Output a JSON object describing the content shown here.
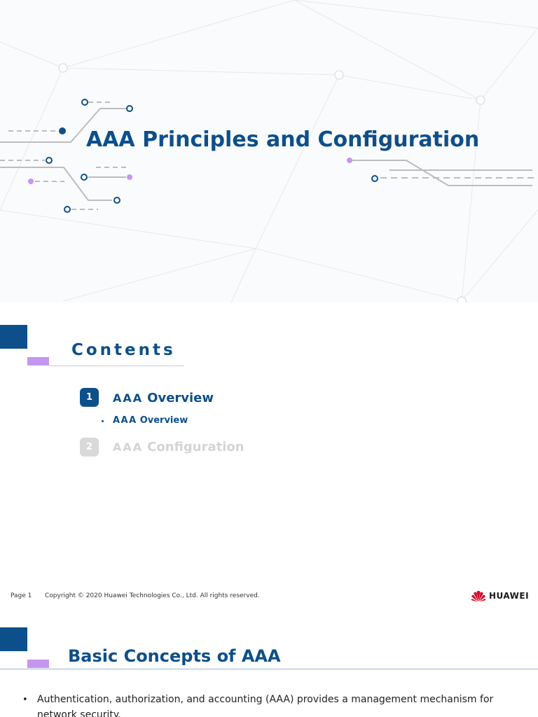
{
  "title_slide": {
    "title": "AAA Principles and Configuration"
  },
  "contents_slide": {
    "heading": "Contents",
    "items": [
      {
        "number": "1",
        "acronym": "AAA",
        "label": "Overview",
        "state": "active"
      },
      {
        "number": "2",
        "acronym": "AAA",
        "label": "Configuration",
        "state": "inactive"
      }
    ],
    "subitems": [
      {
        "acronym": "AAA",
        "label": "Overview"
      }
    ],
    "footer": {
      "page": "Page 1",
      "copyright": "Copyright © 2020 Huawei Technologies Co., Ltd. All rights reserved.",
      "brand": "HUAWEI"
    }
  },
  "concepts_slide": {
    "heading": "Basic Concepts of AAA",
    "bullets": [
      "Authentication, authorization, and accounting (AAA) provides a management mechanism for network security."
    ]
  },
  "colors": {
    "brand_blue": "#0d4f8a",
    "accent_purple": "#c596f0",
    "huawei_red": "#cf0a2c",
    "inactive_gray": "#d9d9d9"
  },
  "icons": {
    "brand_logo": "huawei-flower-logo-icon"
  }
}
